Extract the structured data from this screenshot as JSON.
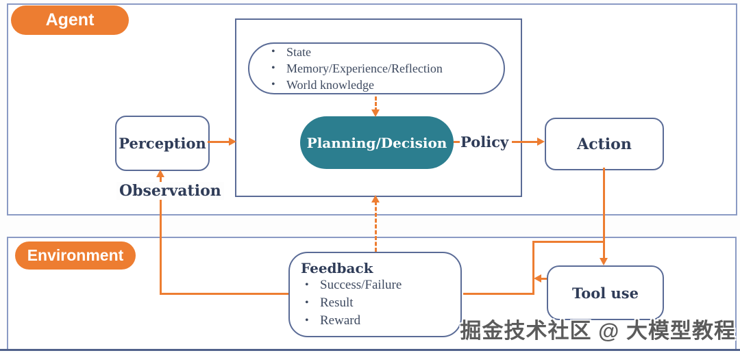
{
  "agent_section": {
    "label": "Agent"
  },
  "environment_section": {
    "label": "Environment"
  },
  "knowledge": {
    "items": [
      "State",
      "Memory/Experience/Reflection",
      "World knowledge"
    ]
  },
  "nodes": {
    "perception": "Perception",
    "planning": "Planning/Decision",
    "action": "Action",
    "tool_use": "Tool use"
  },
  "edge_labels": {
    "policy": "Policy",
    "observation": "Observation"
  },
  "feedback": {
    "title": "Feedback",
    "items": [
      "Success/Failure",
      "Result",
      "Reward"
    ]
  },
  "watermark": "掘金技术社区 @ 大模型教程",
  "colors": {
    "accent_orange": "#ED7D31",
    "planning_teal": "#2C7E8F",
    "navy_text": "#2F3C58",
    "node_border": "#5A6B96",
    "container_border": "#8A9AC4"
  }
}
